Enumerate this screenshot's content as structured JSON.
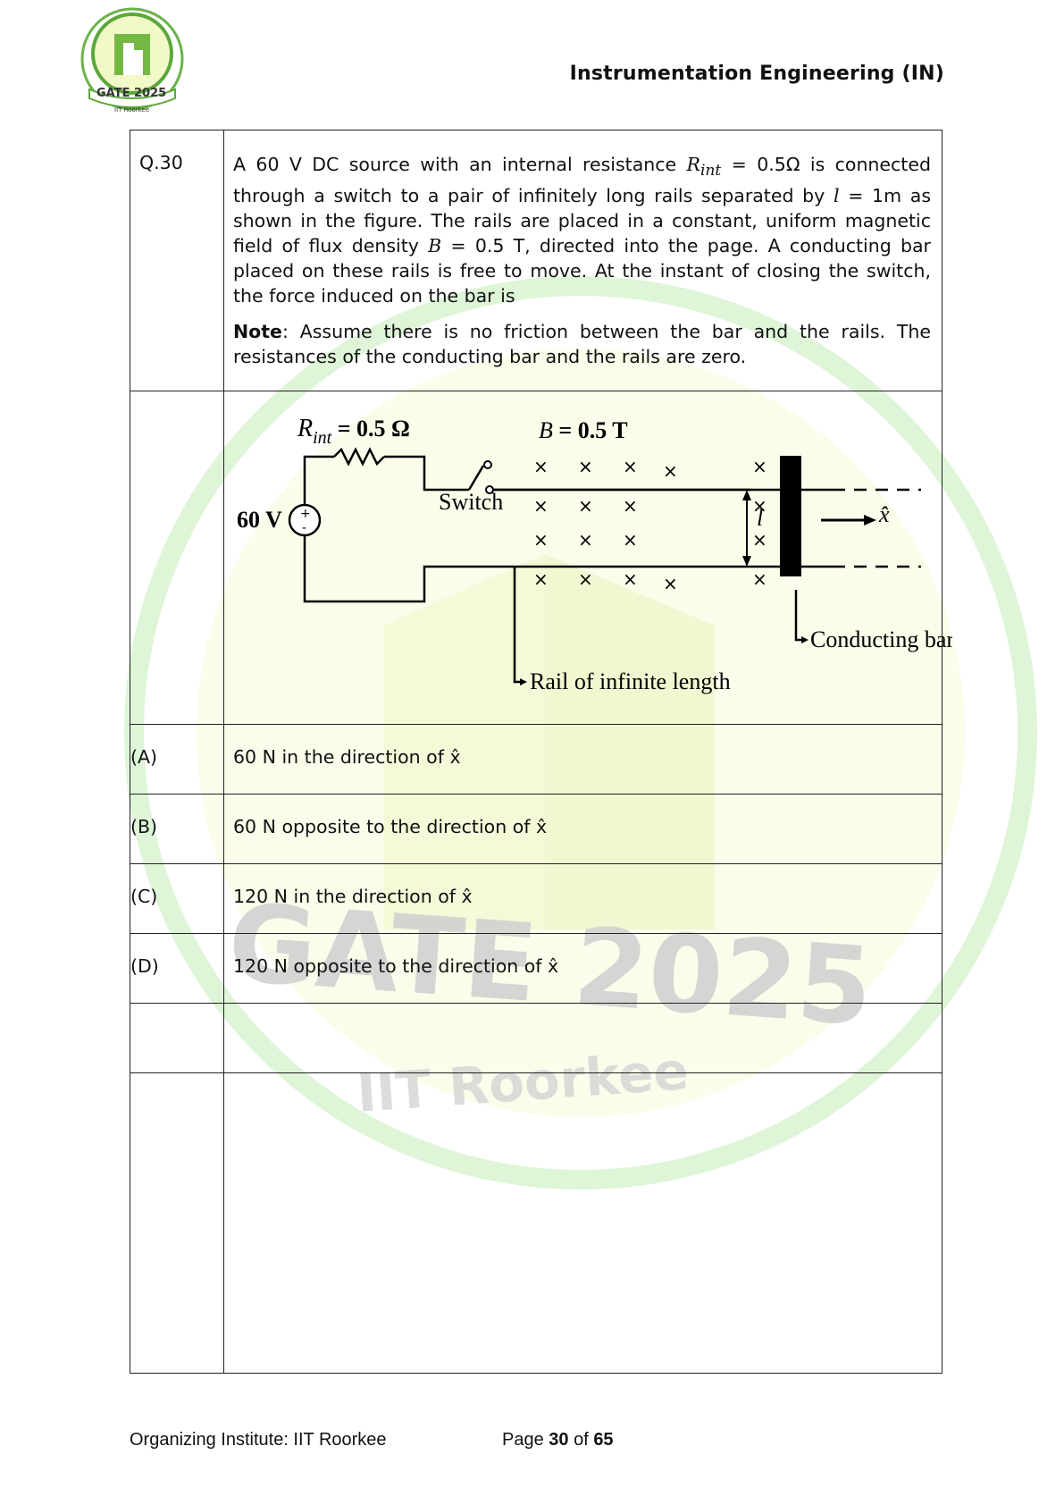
{
  "header": {
    "title": "Instrumentation Engineering (IN)",
    "logo": {
      "text": "GATE 2025",
      "subtext": "IIT Roorkee",
      "color": "#5aa83a"
    }
  },
  "watermark": {
    "line1": "GATE 2025",
    "line2": "IIT Roorkee",
    "ring_color": "#c9efc0",
    "fill_color": "#f6fbd6"
  },
  "question": {
    "number": "Q.30",
    "text_parts": {
      "p1": "A 60 V DC source with an internal resistance ",
      "rint_var": "R",
      "rint_sub": "int",
      "rint_val": " = 0.5Ω",
      "p2": " is connected through a switch to a pair of infinitely long rails separated by ",
      "l_var": "l",
      "l_val": " = 1m",
      "p3": " as shown in the figure. The rails are placed in a constant, uniform magnetic field of flux density ",
      "b_var": "B",
      "b_val": " = 0.5",
      "p4": " T, directed into the page. A conducting bar placed on these rails is free to move. At the instant of closing the switch, the force induced on the bar is"
    },
    "note_label": "Note",
    "note_text": ": Assume there is no friction between the bar and the rails. The resistances of the conducting bar and the rails are zero."
  },
  "figure": {
    "rint_label": "R",
    "rint_sub": "int",
    "rint_value": " = 0.5 Ω",
    "b_label": "B",
    "b_value": " = 0.5 T",
    "source_label": "60 V",
    "switch_label": "Switch",
    "l_label": "l",
    "x_hat_label": "x̂",
    "bar_label": "Conducting bar",
    "rail_label": "Rail of infinite length",
    "plus": "+",
    "minus": "-",
    "cross": "×"
  },
  "options": [
    {
      "label": "(A)",
      "text": "60 N in the direction of x̂"
    },
    {
      "label": "(B)",
      "text": "60 N opposite to the direction of x̂"
    },
    {
      "label": "(C)",
      "text": "120 N in the direction of x̂"
    },
    {
      "label": "(D)",
      "text": "120 N opposite to the direction of x̂"
    }
  ],
  "footer": {
    "left": "Organizing Institute: IIT Roorkee",
    "page_prefix": "Page ",
    "page_num": "30",
    "page_of": " of ",
    "page_total": "65"
  }
}
